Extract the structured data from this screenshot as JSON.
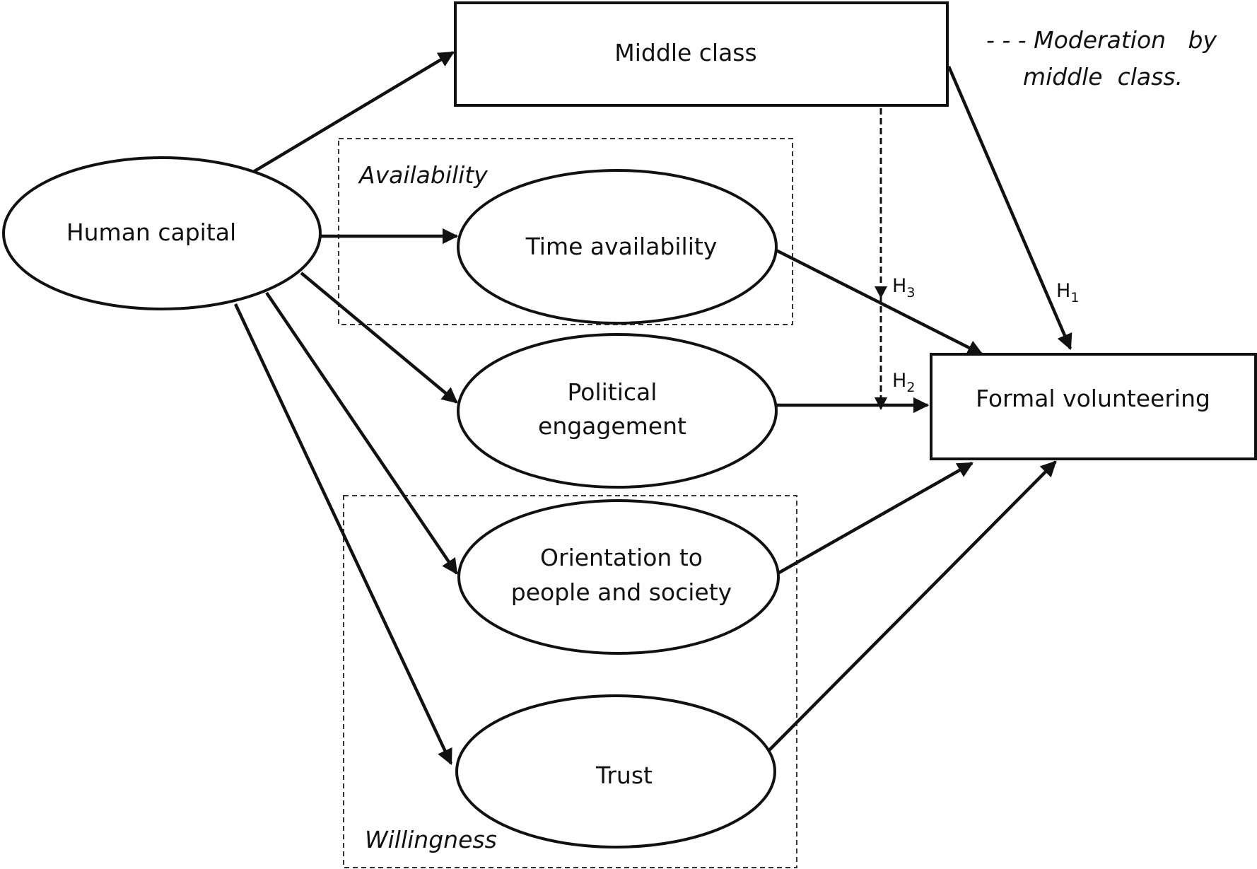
{
  "nodes": {
    "middle_class": {
      "label": "Middle class"
    },
    "human_capital": {
      "label": "Human capital"
    },
    "time_availability": {
      "label": "Time availability"
    },
    "political_engagement": {
      "line1": "Political",
      "line2": "engagement"
    },
    "orientation": {
      "line1": "Orientation to",
      "line2": "people and society"
    },
    "trust": {
      "label": "Trust"
    },
    "formal_volunteering": {
      "label": "Formal volunteering"
    }
  },
  "groups": {
    "availability": {
      "label": "Availability"
    },
    "willingness": {
      "label": "Willingness"
    }
  },
  "hypotheses": {
    "h1": {
      "letter": "H",
      "sub": "1"
    },
    "h2": {
      "letter": "H",
      "sub": "2"
    },
    "h3": {
      "letter": "H",
      "sub": "3"
    }
  },
  "legend": {
    "line1": "- - - Moderation   by",
    "line2": "middle  class."
  },
  "colors": {
    "stroke": "#111111",
    "background": "#ffffff"
  }
}
